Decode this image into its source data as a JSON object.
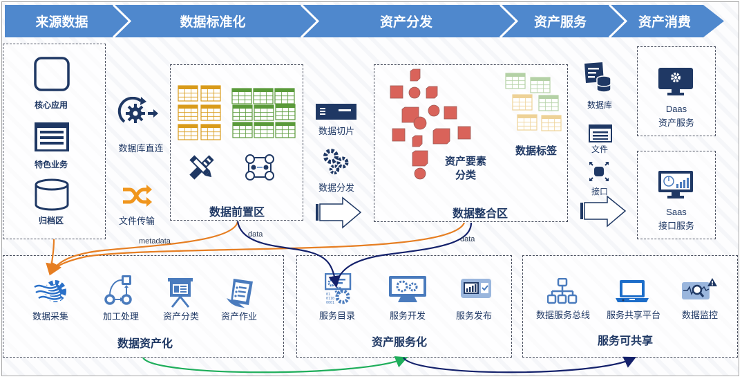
{
  "stages": [
    {
      "label": "来源数据"
    },
    {
      "label": "数据标准化"
    },
    {
      "label": "资产分发"
    },
    {
      "label": "资产服务"
    },
    {
      "label": "资产消费"
    }
  ],
  "source": {
    "items": [
      {
        "label": "核心应用",
        "icon": "rounded-square-icon"
      },
      {
        "label": "特色业务",
        "icon": "list-window-icon"
      },
      {
        "label": "归档区",
        "icon": "cylinder-icon"
      }
    ]
  },
  "ingest": {
    "items": [
      {
        "label": "数据库直连",
        "icon": "gear-sync-icon"
      },
      {
        "label": "文件传输",
        "icon": "shuffle-icon"
      }
    ]
  },
  "staging": {
    "title": "数据前置区"
  },
  "distribution": {
    "items": [
      {
        "label": "数据切片",
        "icon": "server-slice-icon"
      },
      {
        "label": "数据分发",
        "icon": "gears-icon"
      }
    ]
  },
  "integration": {
    "title": "数据整合区",
    "classification_label": "资产要素\n分类",
    "classification_line1": "资产要素",
    "classification_line2": "分类",
    "tags_label": "数据标签"
  },
  "service_channels": {
    "items": [
      {
        "label": "数据库",
        "icon": "database-doc-icon"
      },
      {
        "label": "文件",
        "icon": "file-window-icon"
      },
      {
        "label": "接口",
        "icon": "interface-expand-icon"
      }
    ]
  },
  "consumption": {
    "daas": {
      "line1": "Daas",
      "line2": "资产服务"
    },
    "saas": {
      "line1": "Saas",
      "line2": "接口服务"
    }
  },
  "connectors": {
    "metadata": "metadata",
    "data_left": "data",
    "data_right": "data"
  },
  "assetization": {
    "title": "数据资产化",
    "items": [
      {
        "label": "数据采集"
      },
      {
        "label": "加工处理"
      },
      {
        "label": "资产分类"
      },
      {
        "label": "资产作业"
      }
    ]
  },
  "servitization": {
    "title": "资产服务化",
    "items": [
      {
        "label": "服务目录"
      },
      {
        "label": "服务开发"
      },
      {
        "label": "服务发布"
      }
    ]
  },
  "sharing": {
    "title": "服务可共享",
    "items": [
      {
        "label": "数据服务总线"
      },
      {
        "label": "服务共享平台"
      },
      {
        "label": "数据监控"
      }
    ]
  },
  "colors": {
    "header_blue": "#4f88cd",
    "navy": "#1f3864",
    "orange": "#e67e22",
    "green": "#1fae5b",
    "dark_blue": "#14216b",
    "table_gold": "#d99b1a",
    "table_green": "#5a9a3a",
    "shape_red": "#d9635a",
    "icon_blue": "#4a7bbd"
  }
}
